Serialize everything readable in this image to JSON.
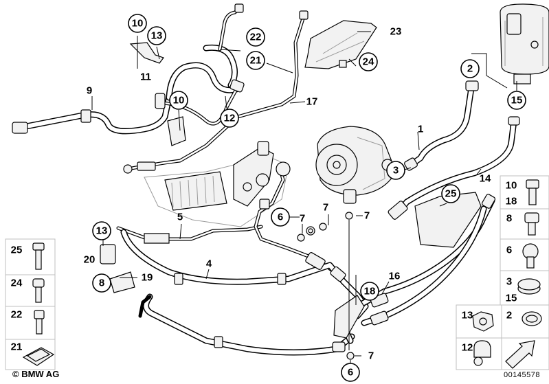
{
  "callouts": [
    {
      "id": "c10a",
      "label": "10"
    },
    {
      "id": "c13a",
      "label": "13"
    },
    {
      "id": "c22",
      "label": "22"
    },
    {
      "id": "c21",
      "label": "21"
    },
    {
      "id": "c10b",
      "label": "10"
    },
    {
      "id": "c12",
      "label": "12"
    },
    {
      "id": "c2",
      "label": "2"
    },
    {
      "id": "c15",
      "label": "15"
    },
    {
      "id": "c24",
      "label": "24"
    },
    {
      "id": "c3",
      "label": "3"
    },
    {
      "id": "c25",
      "label": "25"
    },
    {
      "id": "c6a",
      "label": "6"
    },
    {
      "id": "c13b",
      "label": "13"
    },
    {
      "id": "c8",
      "label": "8"
    },
    {
      "id": "c18",
      "label": "18"
    },
    {
      "id": "c6b",
      "label": "6"
    }
  ],
  "plain_labels": [
    {
      "id": "l11",
      "label": "11"
    },
    {
      "id": "l9",
      "label": "9"
    },
    {
      "id": "l23",
      "label": "23"
    },
    {
      "id": "l17",
      "label": "17"
    },
    {
      "id": "l1",
      "label": "1"
    },
    {
      "id": "l14",
      "label": "14"
    },
    {
      "id": "l5",
      "label": "5"
    },
    {
      "id": "l7a",
      "label": "7"
    },
    {
      "id": "l7b",
      "label": "7"
    },
    {
      "id": "l7c",
      "label": "7"
    },
    {
      "id": "l20",
      "label": "20"
    },
    {
      "id": "l19",
      "label": "19"
    },
    {
      "id": "l4",
      "label": "4"
    },
    {
      "id": "l16",
      "label": "16"
    },
    {
      "id": "l7d",
      "label": "7"
    }
  ],
  "legend_left": [
    "25",
    "24",
    "22",
    "21"
  ],
  "legend_right": [
    {
      "labels": [
        "10",
        "18"
      ]
    },
    {
      "labels": [
        "8"
      ]
    },
    {
      "labels": [
        "6"
      ]
    },
    {
      "labels": [
        "3",
        "15"
      ]
    },
    {
      "labels": [
        "13",
        "2"
      ]
    },
    {
      "labels": [
        "12"
      ]
    }
  ],
  "copyright": "© BMW AG",
  "catalog_number": "00145578"
}
